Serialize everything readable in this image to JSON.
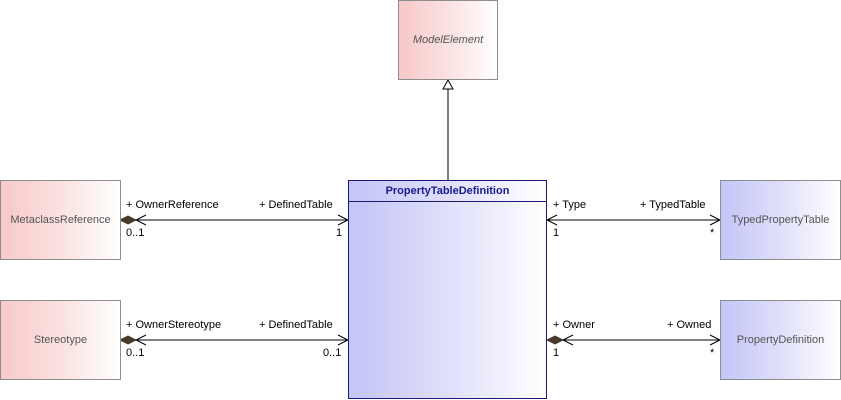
{
  "diagram": {
    "classes": {
      "model_element": "ModelElement",
      "property_table_definition": "PropertyTableDefinition",
      "metaclass_reference": "MetaclassReference",
      "stereotype": "Stereotype",
      "typed_property_table": "TypedPropertyTable",
      "property_definition": "PropertyDefinition"
    },
    "associations": {
      "metaclass_link": {
        "left_role": "+ OwnerReference",
        "left_mult": "0..1",
        "right_role": "+ DefinedTable",
        "right_mult": "1"
      },
      "stereotype_link": {
        "left_role": "+ OwnerStereotype",
        "left_mult": "0..1",
        "right_role": "+ DefinedTable",
        "right_mult": "0..1"
      },
      "typed_link": {
        "left_role": "+ Type",
        "left_mult": "1",
        "right_role": "+ TypedTable",
        "right_mult": "*"
      },
      "definition_link": {
        "left_role": "+ Owner",
        "left_mult": "1",
        "right_role": "+ Owned",
        "right_mult": "*"
      }
    },
    "colors": {
      "metaclass_fill": "#f8c8c8",
      "type_fill": "#c4c4f8",
      "main_border": "#1a1a7a",
      "main_title": "#1a1a8c",
      "connector": "#000000",
      "composition_diamond": "#4a3a2a"
    }
  }
}
